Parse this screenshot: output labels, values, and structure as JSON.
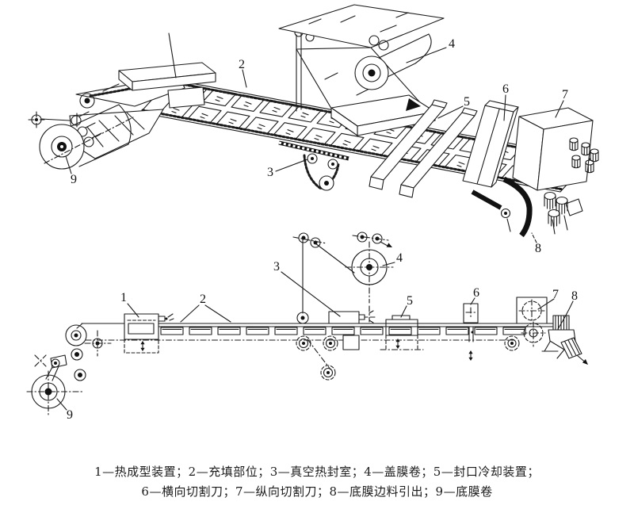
{
  "figure": {
    "ink_color": "#1b1b1b",
    "background_color": "#ffffff"
  },
  "perspective_view": {
    "callouts": [
      {
        "id": "2"
      },
      {
        "id": "3"
      },
      {
        "id": "4"
      },
      {
        "id": "5"
      },
      {
        "id": "6"
      },
      {
        "id": "7"
      },
      {
        "id": "8"
      },
      {
        "id": "9"
      }
    ]
  },
  "side_view": {
    "callouts": [
      {
        "id": "1"
      },
      {
        "id": "2"
      },
      {
        "id": "3"
      },
      {
        "id": "4"
      },
      {
        "id": "5"
      },
      {
        "id": "6"
      },
      {
        "id": "7"
      },
      {
        "id": "8"
      },
      {
        "id": "9"
      }
    ]
  },
  "caption": {
    "line1": "1—热成型装置；2—充填部位；3—真空热封室；4—盖膜卷；5—封口冷却装置；",
    "line2": "6—横向切割刀；7—纵向切割刀；8—底膜边料引出；9—底膜卷"
  }
}
